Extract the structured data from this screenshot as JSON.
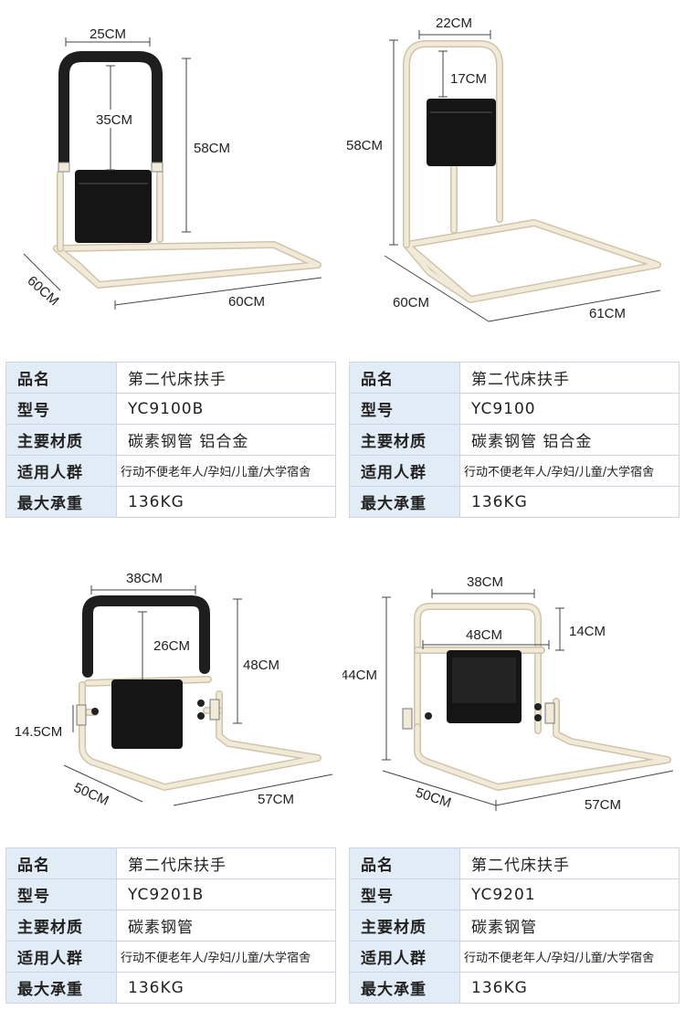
{
  "products": [
    {
      "dims": {
        "width": "25CM",
        "inner_height": "35CM",
        "height": "58CM",
        "depth": "60CM",
        "length": "60CM"
      },
      "specs": [
        {
          "label": "品名",
          "value": "第二代床扶手"
        },
        {
          "label": "型号",
          "value": "YC9100B"
        },
        {
          "label": "主要材质",
          "value": "碳素钢管 铝合金"
        },
        {
          "label": "适用人群",
          "value": "行动不便老年人/孕妇/儿童/大学宿舍"
        },
        {
          "label": "最大承重",
          "value": "136KG"
        }
      ]
    },
    {
      "dims": {
        "width": "22CM",
        "inner_height": "17CM",
        "height": "58CM",
        "depth": "60CM",
        "length": "61CM"
      },
      "specs": [
        {
          "label": "品名",
          "value": "第二代床扶手"
        },
        {
          "label": "型号",
          "value": "YC9100"
        },
        {
          "label": "主要材质",
          "value": "碳素钢管 铝合金"
        },
        {
          "label": "适用人群",
          "value": "行动不便老年人/孕妇/儿童/大学宿舍"
        },
        {
          "label": "最大承重",
          "value": "136KG"
        }
      ]
    },
    {
      "dims": {
        "width": "38CM",
        "inner_height": "26CM",
        "height": "48CM",
        "side_height": "14.5CM",
        "depth": "50CM",
        "length": "57CM"
      },
      "specs": [
        {
          "label": "品名",
          "value": "第二代床扶手"
        },
        {
          "label": "型号",
          "value": "YC9201B"
        },
        {
          "label": "主要材质",
          "value": "碳素钢管"
        },
        {
          "label": "适用人群",
          "value": "行动不便老年人/孕妇/儿童/大学宿舍"
        },
        {
          "label": "最大承重",
          "value": "136KG"
        }
      ]
    },
    {
      "dims": {
        "width": "38CM",
        "bar_width": "48CM",
        "top_height": "14CM",
        "height": "44CM",
        "depth": "50CM",
        "length": "57CM"
      },
      "specs": [
        {
          "label": "品名",
          "value": "第二代床扶手"
        },
        {
          "label": "型号",
          "value": "YC9201"
        },
        {
          "label": "主要材质",
          "value": "碳素钢管"
        },
        {
          "label": "适用人群",
          "value": "行动不便老年人/孕妇/儿童/大学宿舍"
        },
        {
          "label": "最大承重",
          "value": "136KG"
        }
      ]
    }
  ],
  "colors": {
    "frame": "#f2ead8",
    "frame_edge": "#cfc4aa",
    "grip": "#1e1e1e",
    "bag": "#151515",
    "table_header": "#e2ecf6",
    "table_border": "#cdd6df"
  }
}
